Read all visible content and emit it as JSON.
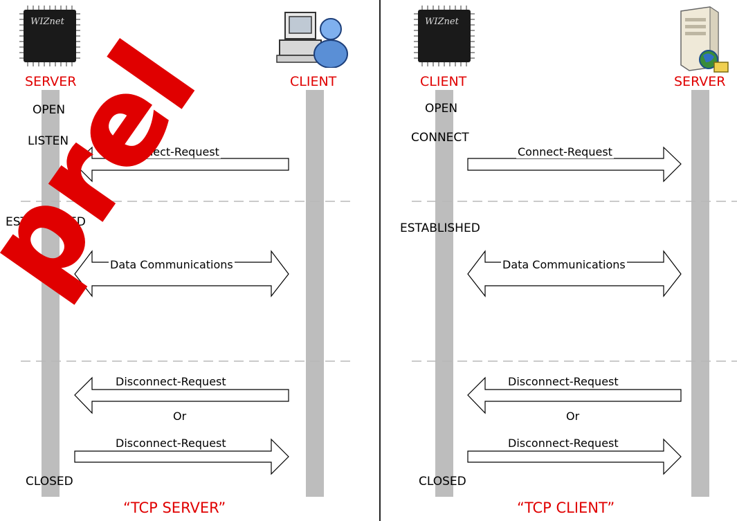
{
  "left": {
    "server_role": "SERVER",
    "client_role": "CLIENT",
    "chip_logo": "WIZnet",
    "icon_left": "wiznet-chip-icon",
    "icon_right": "computer-user-icon",
    "states": {
      "open": "OPEN",
      "listen": "LISTEN",
      "established": "ESTABLISHED",
      "closed": "CLOSED"
    },
    "arrows": {
      "connect": "Connect-Request",
      "data": "Data Communications",
      "disconnect_in": "Disconnect-Request",
      "or": "Or",
      "disconnect_out": "Disconnect-Request"
    },
    "caption": "“TCP SERVER”"
  },
  "right": {
    "client_role": "CLIENT",
    "server_role": "SERVER",
    "chip_logo": "WIZnet",
    "icon_left": "wiznet-chip-icon",
    "icon_right": "server-tower-icon",
    "states": {
      "open": "OPEN",
      "connect": "CONNECT",
      "established": "ESTABLISHED",
      "closed": "CLOSED"
    },
    "arrows": {
      "connect": "Connect-Request",
      "data": "Data Communications",
      "disconnect_in": "Disconnect-Request",
      "or": "Or",
      "disconnect_out": "Disconnect-Request"
    },
    "caption": "“TCP CLIENT”"
  },
  "watermark": "prel",
  "colors": {
    "role": "#e00000",
    "lifeline": "#bdbdbd",
    "watermark": "#e00000"
  }
}
